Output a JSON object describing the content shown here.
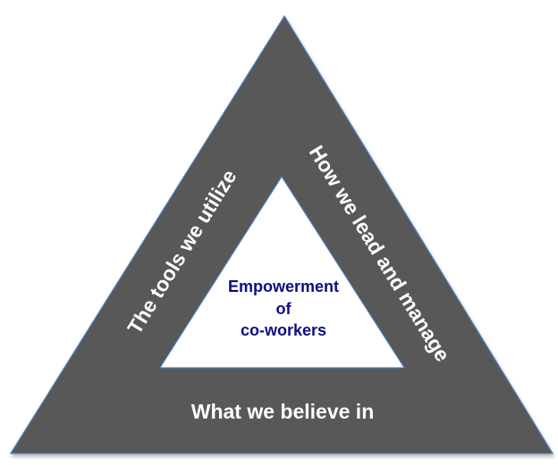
{
  "diagram": {
    "left_side": "The tools we utilize",
    "right_side": "How we lead and manage",
    "bottom_side": "What we believe in",
    "center": [
      "Empowerment",
      "of",
      "co-workers"
    ]
  },
  "colors": {
    "outer_fill": "#595959",
    "edge": "#4a7ebb",
    "inner_fill": "#ffffff",
    "side_text": "#ffffff",
    "center_text": "#0d0d85"
  }
}
